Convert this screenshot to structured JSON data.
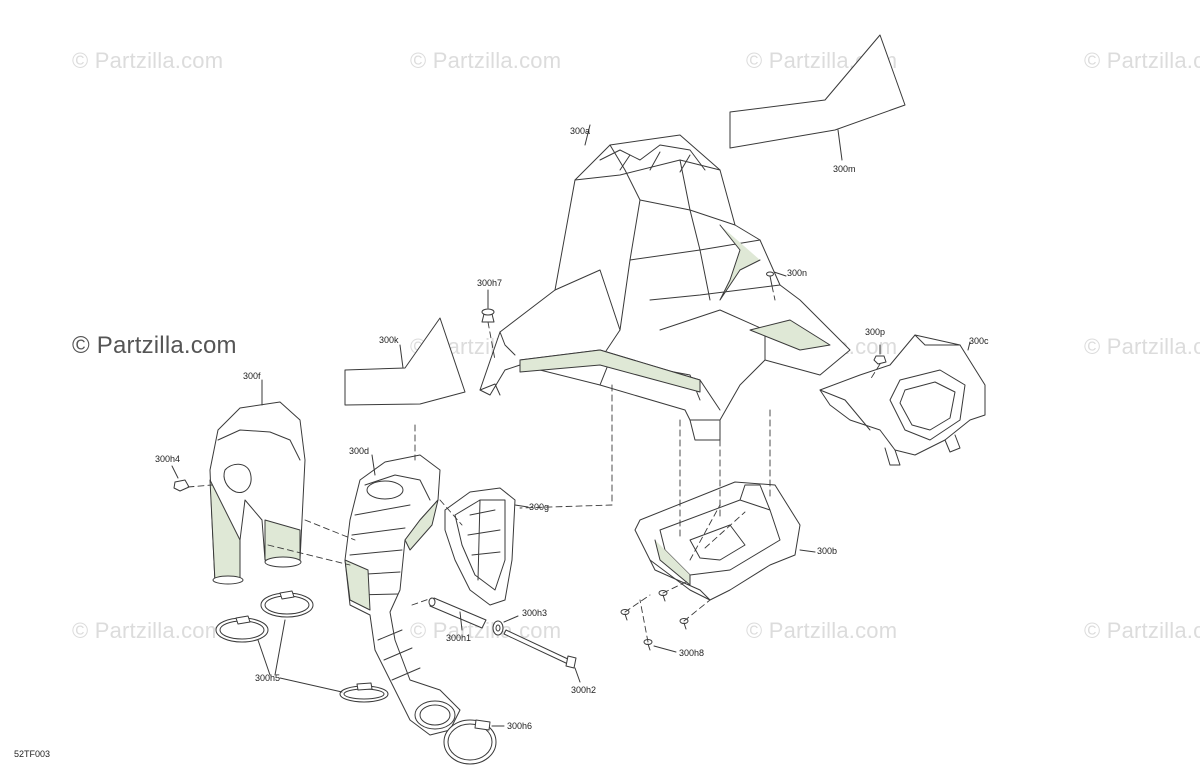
{
  "watermarks": [
    "© Partzilla.com",
    "© Partzilla.com",
    "© Partzilla.com",
    "© Partzilla.com",
    "© Partzilla.com",
    "© Partzilla.com",
    "© Partzilla.com",
    "© Partzilla.com",
    "© Partzilla.com",
    "© Partzilla.com",
    "© Partzilla.com",
    "© Partzilla.com"
  ],
  "callouts": {
    "p300a": "300a",
    "p300b": "300b",
    "p300c": "300c",
    "p300d": "300d",
    "p300f": "300f",
    "p300g": "300g",
    "p300h1": "300h1",
    "p300h2": "300h2",
    "p300h3": "300h3",
    "p300h4": "300h4",
    "p300h5": "300h5",
    "p300h6": "300h6",
    "p300h7": "300h7",
    "p300h8": "300h8",
    "p300k": "300k",
    "p300m": "300m",
    "p300n": "300n",
    "p300p": "300p"
  },
  "drawing_code": "52TF003",
  "colors": {
    "line": "#3a3a3a",
    "shade": "#dfe8d6",
    "watermark": "#dcdcdc"
  }
}
